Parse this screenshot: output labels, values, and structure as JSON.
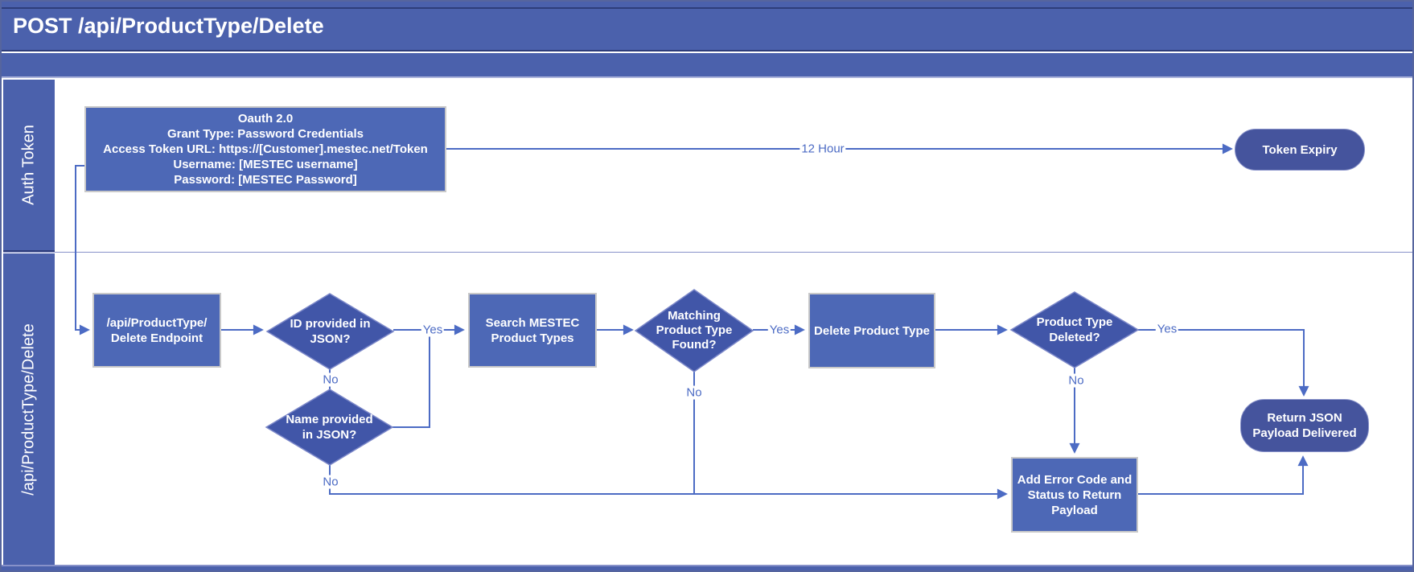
{
  "colors": {
    "bar": "#4B61AC",
    "shape": "#4D68B6",
    "decision": "#4156A8",
    "terminator": "#45549D",
    "line": "#4C6BC4"
  },
  "header": {
    "title": "POST /api/ProductType/Delete"
  },
  "lanes": [
    {
      "label": "Auth Token"
    },
    {
      "label": "/api/ProductType/Delete"
    }
  ],
  "auth_lane": {
    "oauth_box": "Oauth 2.0\nGrant Type: Password Credentials\nAccess Token URL: https://[Customer].mestec.net/Token\nUsername: [MESTEC username]\nPassword: [MESTEC Password]",
    "token_expiry_pill": "Token Expiry",
    "expiry_connector_label": "12 Hour"
  },
  "flow_lane": {
    "endpoint_box": "/api/ProductType/\nDelete Endpoint",
    "id_decision": "ID provided in\nJSON?",
    "name_decision": "Name provided\nin JSON?",
    "search_box": "Search MESTEC\nProduct Types",
    "matching_decision": "Matching\nProduct Type\nFound?",
    "delete_box": "Delete Product Type",
    "deleted_decision": "Product Type\nDeleted?",
    "error_box": "Add Error Code and\nStatus to Return\nPayload",
    "return_pill": "Return JSON\nPayload Delivered",
    "labels": {
      "yes_id": "Yes",
      "yes_matching": "Yes",
      "yes_deleted": "Yes",
      "no_id": "No",
      "no_name": "No",
      "no_matching": "No",
      "no_deleted": "No"
    }
  }
}
